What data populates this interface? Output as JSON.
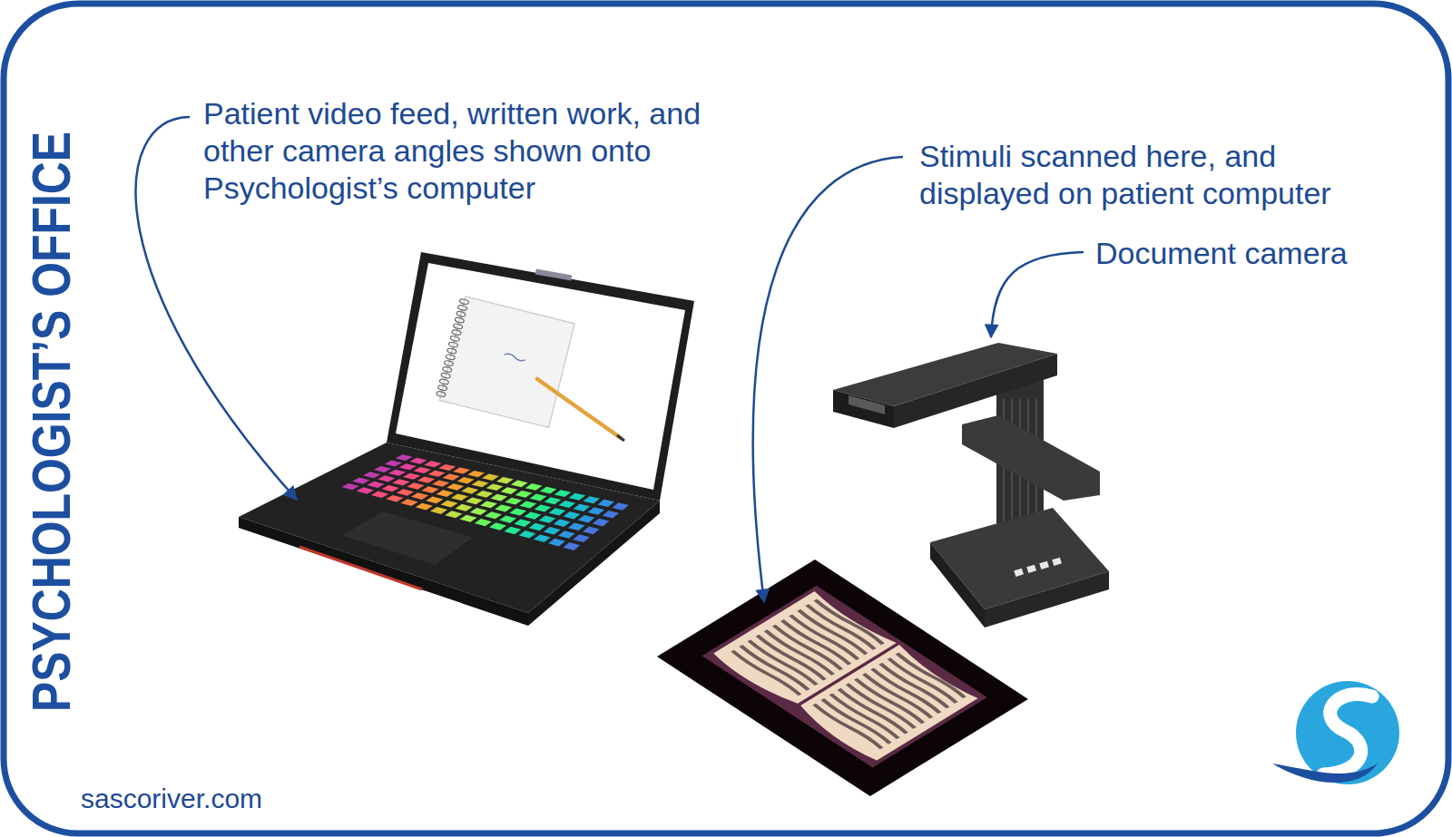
{
  "diagram": {
    "title": "PSYCHOLOGIST’S OFFICE",
    "labels": [
      "Patient video feed, written work, and other camera angles shown onto Psychologist’s computer",
      "Stimuli scanned here, and displayed on patient computer",
      "Document camera",
      "sascoriver.com"
    ]
  }
}
